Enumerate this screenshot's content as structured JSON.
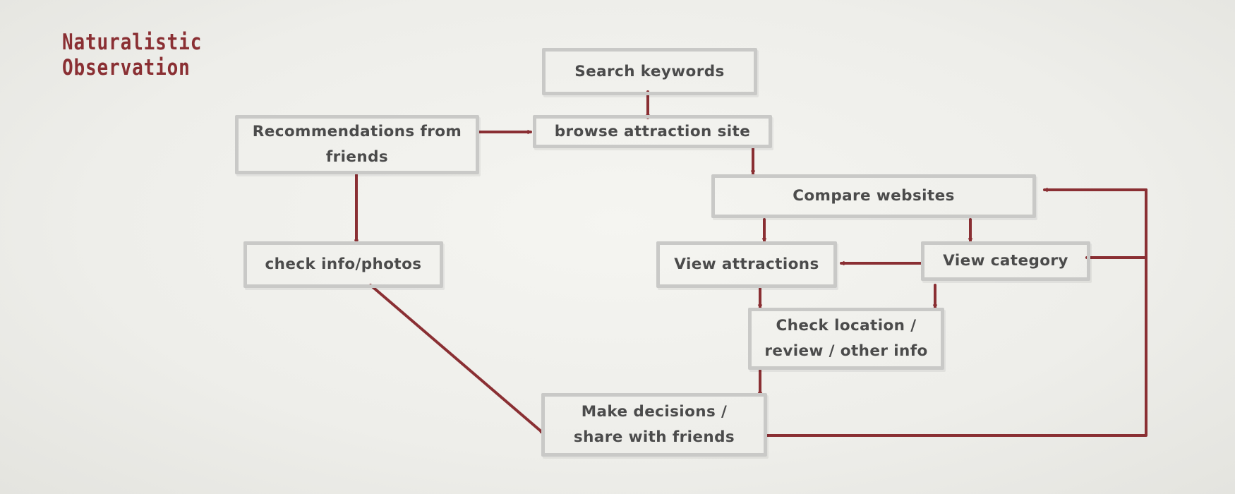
{
  "title": {
    "line1": "Naturalistic",
    "line2": "Observation"
  },
  "colors": {
    "accent": "#8a2f33",
    "box_border": "#c9c9c7",
    "text": "#4b4b4b",
    "background": "#f1f1ee"
  },
  "nodes": {
    "search_keywords": "Search keywords",
    "recommendations": "Recommendations from friends",
    "browse_site": "browse attraction site",
    "compare_websites": "Compare websites",
    "check_info": "check info/photos",
    "view_attractions": "View attractions",
    "view_category": "View category",
    "check_location": "Check location / review / other info",
    "make_decisions": "Make decisions / share with friends"
  }
}
